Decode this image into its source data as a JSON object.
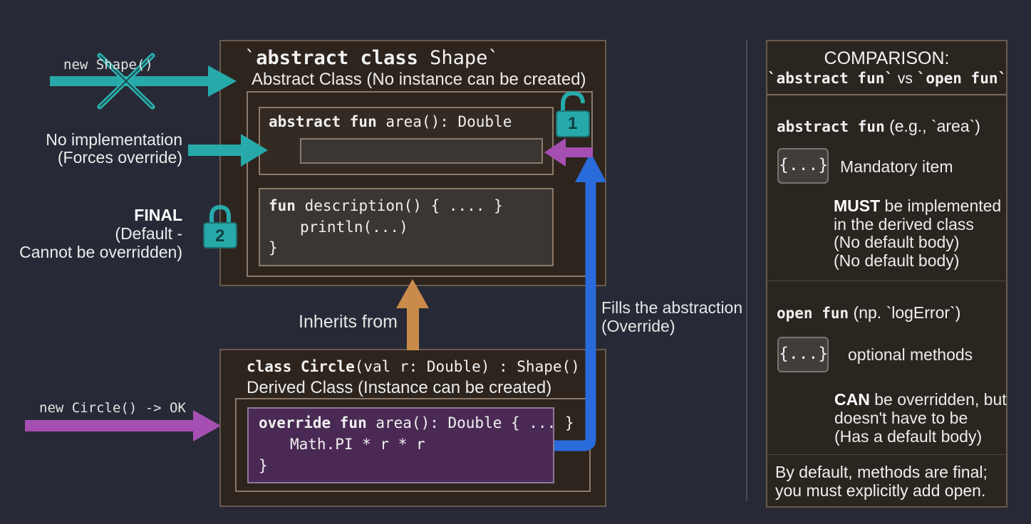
{
  "left": {
    "new_shape": "new Shape()",
    "no_impl_line1": "No implementation",
    "no_impl_line2": "(Forces override)",
    "final_title": "FINAL",
    "final_line1": "(Default -",
    "final_line2": "Cannot be overridden)",
    "new_circle": "new Circle() -> OK"
  },
  "shape": {
    "title_tick_open": "`",
    "title_kw": "abstract class",
    "title_name": " Shape",
    "title_tick_close": "`",
    "subtitle": "Abstract Class (No instance can be created)",
    "abstract_kw": "abstract fun",
    "abstract_sig": " area(): Double",
    "desc_kw": "fun",
    "desc_sig": " description() { .... }",
    "desc_body": "println(...)",
    "desc_close": "}",
    "lock1": "1",
    "lock2": "2"
  },
  "middle": {
    "inherits": "Inherits from",
    "fills_line1": "Fills the abstraction",
    "fills_line2": "(Override)"
  },
  "circle": {
    "title_kw": "class Circle",
    "title_rest": "(val r: Double) : Shape()",
    "subtitle": "Derived Class (Instance can be created)",
    "override_kw": "override fun",
    "override_sig": " area(): Double { ... }",
    "body": "Math.PI * r * r",
    "close": "}"
  },
  "comparison": {
    "title": "COMPARISON:",
    "sub_a": "`abstract fun`",
    "sub_vs": " vs ",
    "sub_b": "`open fun`",
    "abstract_kw": "abstract fun",
    "abstract_eg": " (e.g., `area`)",
    "braces1": "{...}",
    "mandatory": "Mandatory item",
    "must": "MUST",
    "must_rest": " be implemented",
    "must_line2": "in the derived class",
    "must_line3": "(No default body)",
    "must_line4": "(No default body)",
    "open_kw": "open fun",
    "open_eg": " (np. `logError`)",
    "braces2": "{...}",
    "optional": "optional methods",
    "can": "CAN",
    "can_rest": " be overridden, but",
    "can_line2": "doesn't have to be",
    "can_line3": "(Has a default body)",
    "footer1": "By default, methods are final;",
    "footer2": "you must explicitly add open."
  },
  "colors": {
    "teal": "#27a9a9",
    "purple": "#a64fb3",
    "blue": "#2a6bdb",
    "orange": "#c98a4a",
    "background": "#272a36"
  }
}
